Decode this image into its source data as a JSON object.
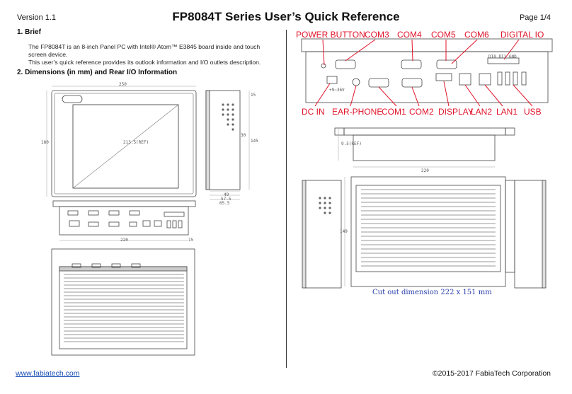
{
  "header": {
    "version": "Version 1.1",
    "title": "FP8084T Series User’s Quick Reference",
    "page": "Page 1/4"
  },
  "brief": {
    "heading": "1.   Brief",
    "line1": "The FP8084T is an 8-inch Panel PC with Intel® Atom™ E3845 board inside and touch screen device.",
    "line2": "This user’s quick reference provides its outlook information and I/O outlets description."
  },
  "dimensions": {
    "heading": "2.   Dimensions (in mm) and Rear I/O Information",
    "front_width": "250",
    "front_height": "180",
    "diagonal": "213.5(REF)",
    "side_top": "15",
    "side_height": "145",
    "side_inner": "30",
    "depth1": "49",
    "depth2": "57.5",
    "depth3": "65.5",
    "io_width": "220",
    "io_extra": "15",
    "top_width": "220",
    "top_depth": "9.5(REF)",
    "rear_height": "149",
    "cutout": "Cut out dimension 222 x 151 mm"
  },
  "io_labels": {
    "top": [
      "POWER BUTTON",
      "COM3",
      "COM4",
      "COM5",
      "COM6",
      "DIGITAL IO"
    ],
    "bottom": [
      "DC IN",
      "EAR-PHONE",
      "COM1",
      "COM2",
      "DISPLAY",
      "LAN2",
      "LAN1",
      "USB"
    ],
    "dc_voltage": "+9~36V",
    "dio_markings": "DI0 DI1 GND"
  },
  "colors": {
    "accent_red": "#e0142a",
    "link_blue": "#1a4fb5",
    "cutout_blue": "#2a3faa"
  },
  "footer": {
    "website": "www.fabiatech.com",
    "copyright": "©2015-2017 FabiaTech Corporation"
  }
}
